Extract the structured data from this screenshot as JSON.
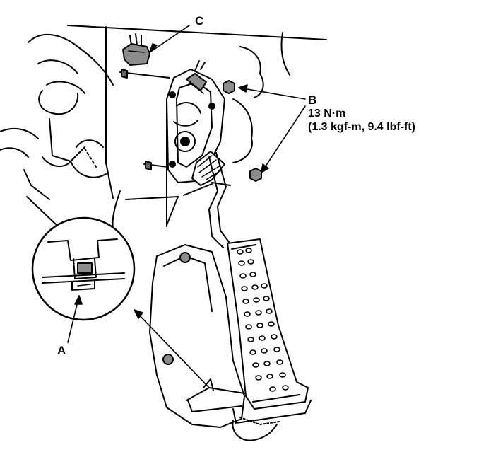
{
  "labels": {
    "a": "A",
    "b": "B",
    "c": "C"
  },
  "torque": {
    "metric": "13 N·m",
    "imperial": "(1.3 kgf-m, 9.4 lbf-ft)"
  },
  "colors": {
    "ink": "#000000",
    "paper": "#ffffff",
    "shade": "#8c8c8c"
  }
}
